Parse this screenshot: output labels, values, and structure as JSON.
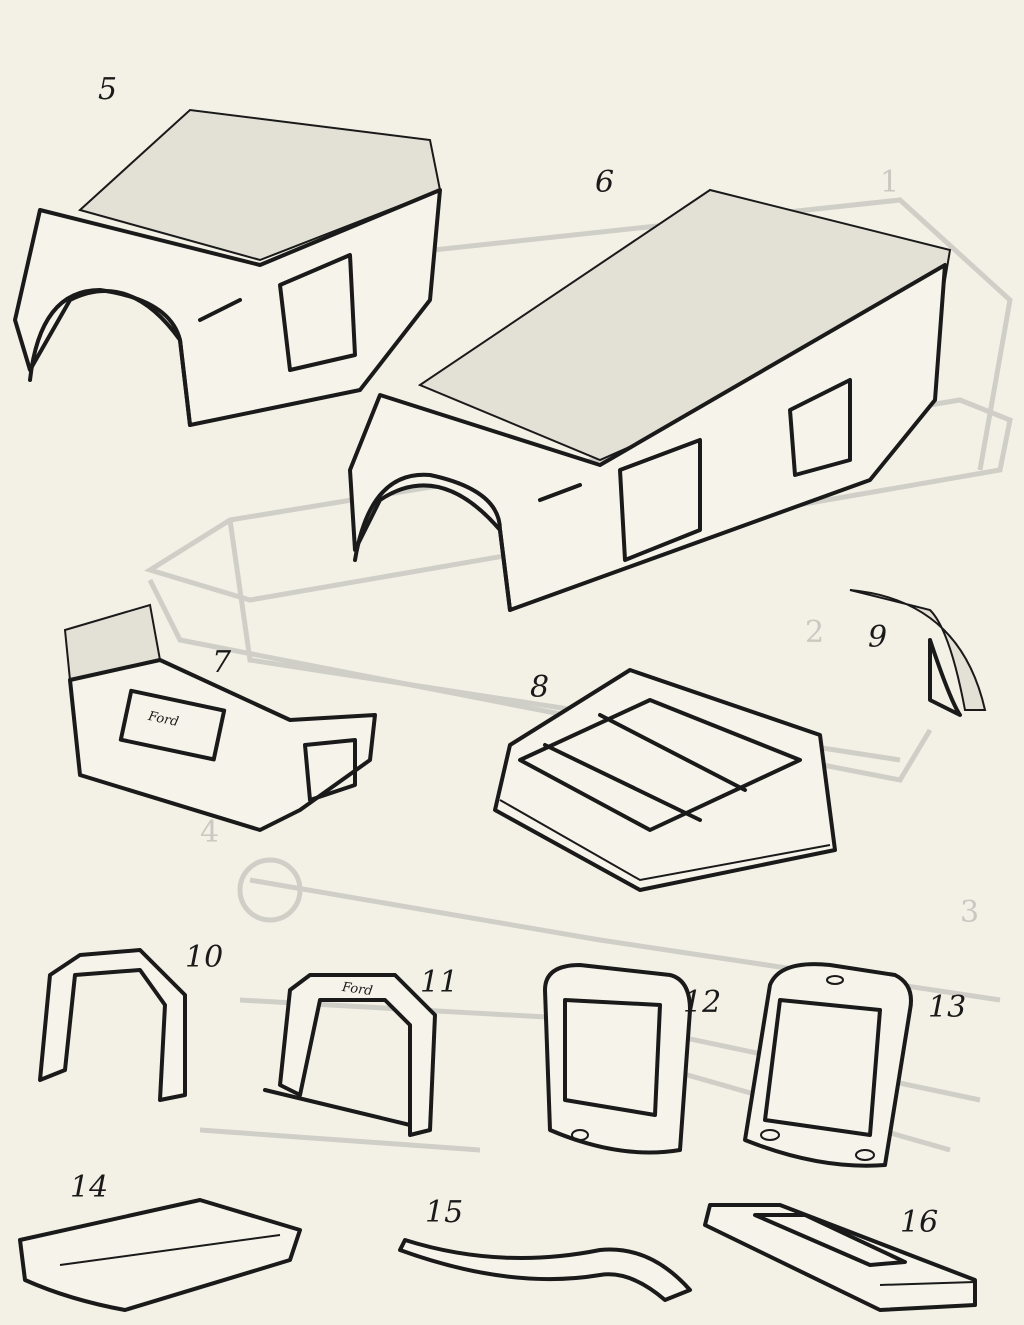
{
  "drawing": {
    "part_labels": [
      "5",
      "6",
      "7",
      "8",
      "9",
      "10",
      "11",
      "12",
      "13",
      "14",
      "15",
      "16"
    ],
    "background_labels": [
      "1",
      "2",
      "3",
      "4"
    ],
    "nameplate_text": "Ford"
  },
  "colors": {
    "paper": "#f3f1e6",
    "ink": "#1a1a1a",
    "ghost": "#cfcfc8"
  }
}
